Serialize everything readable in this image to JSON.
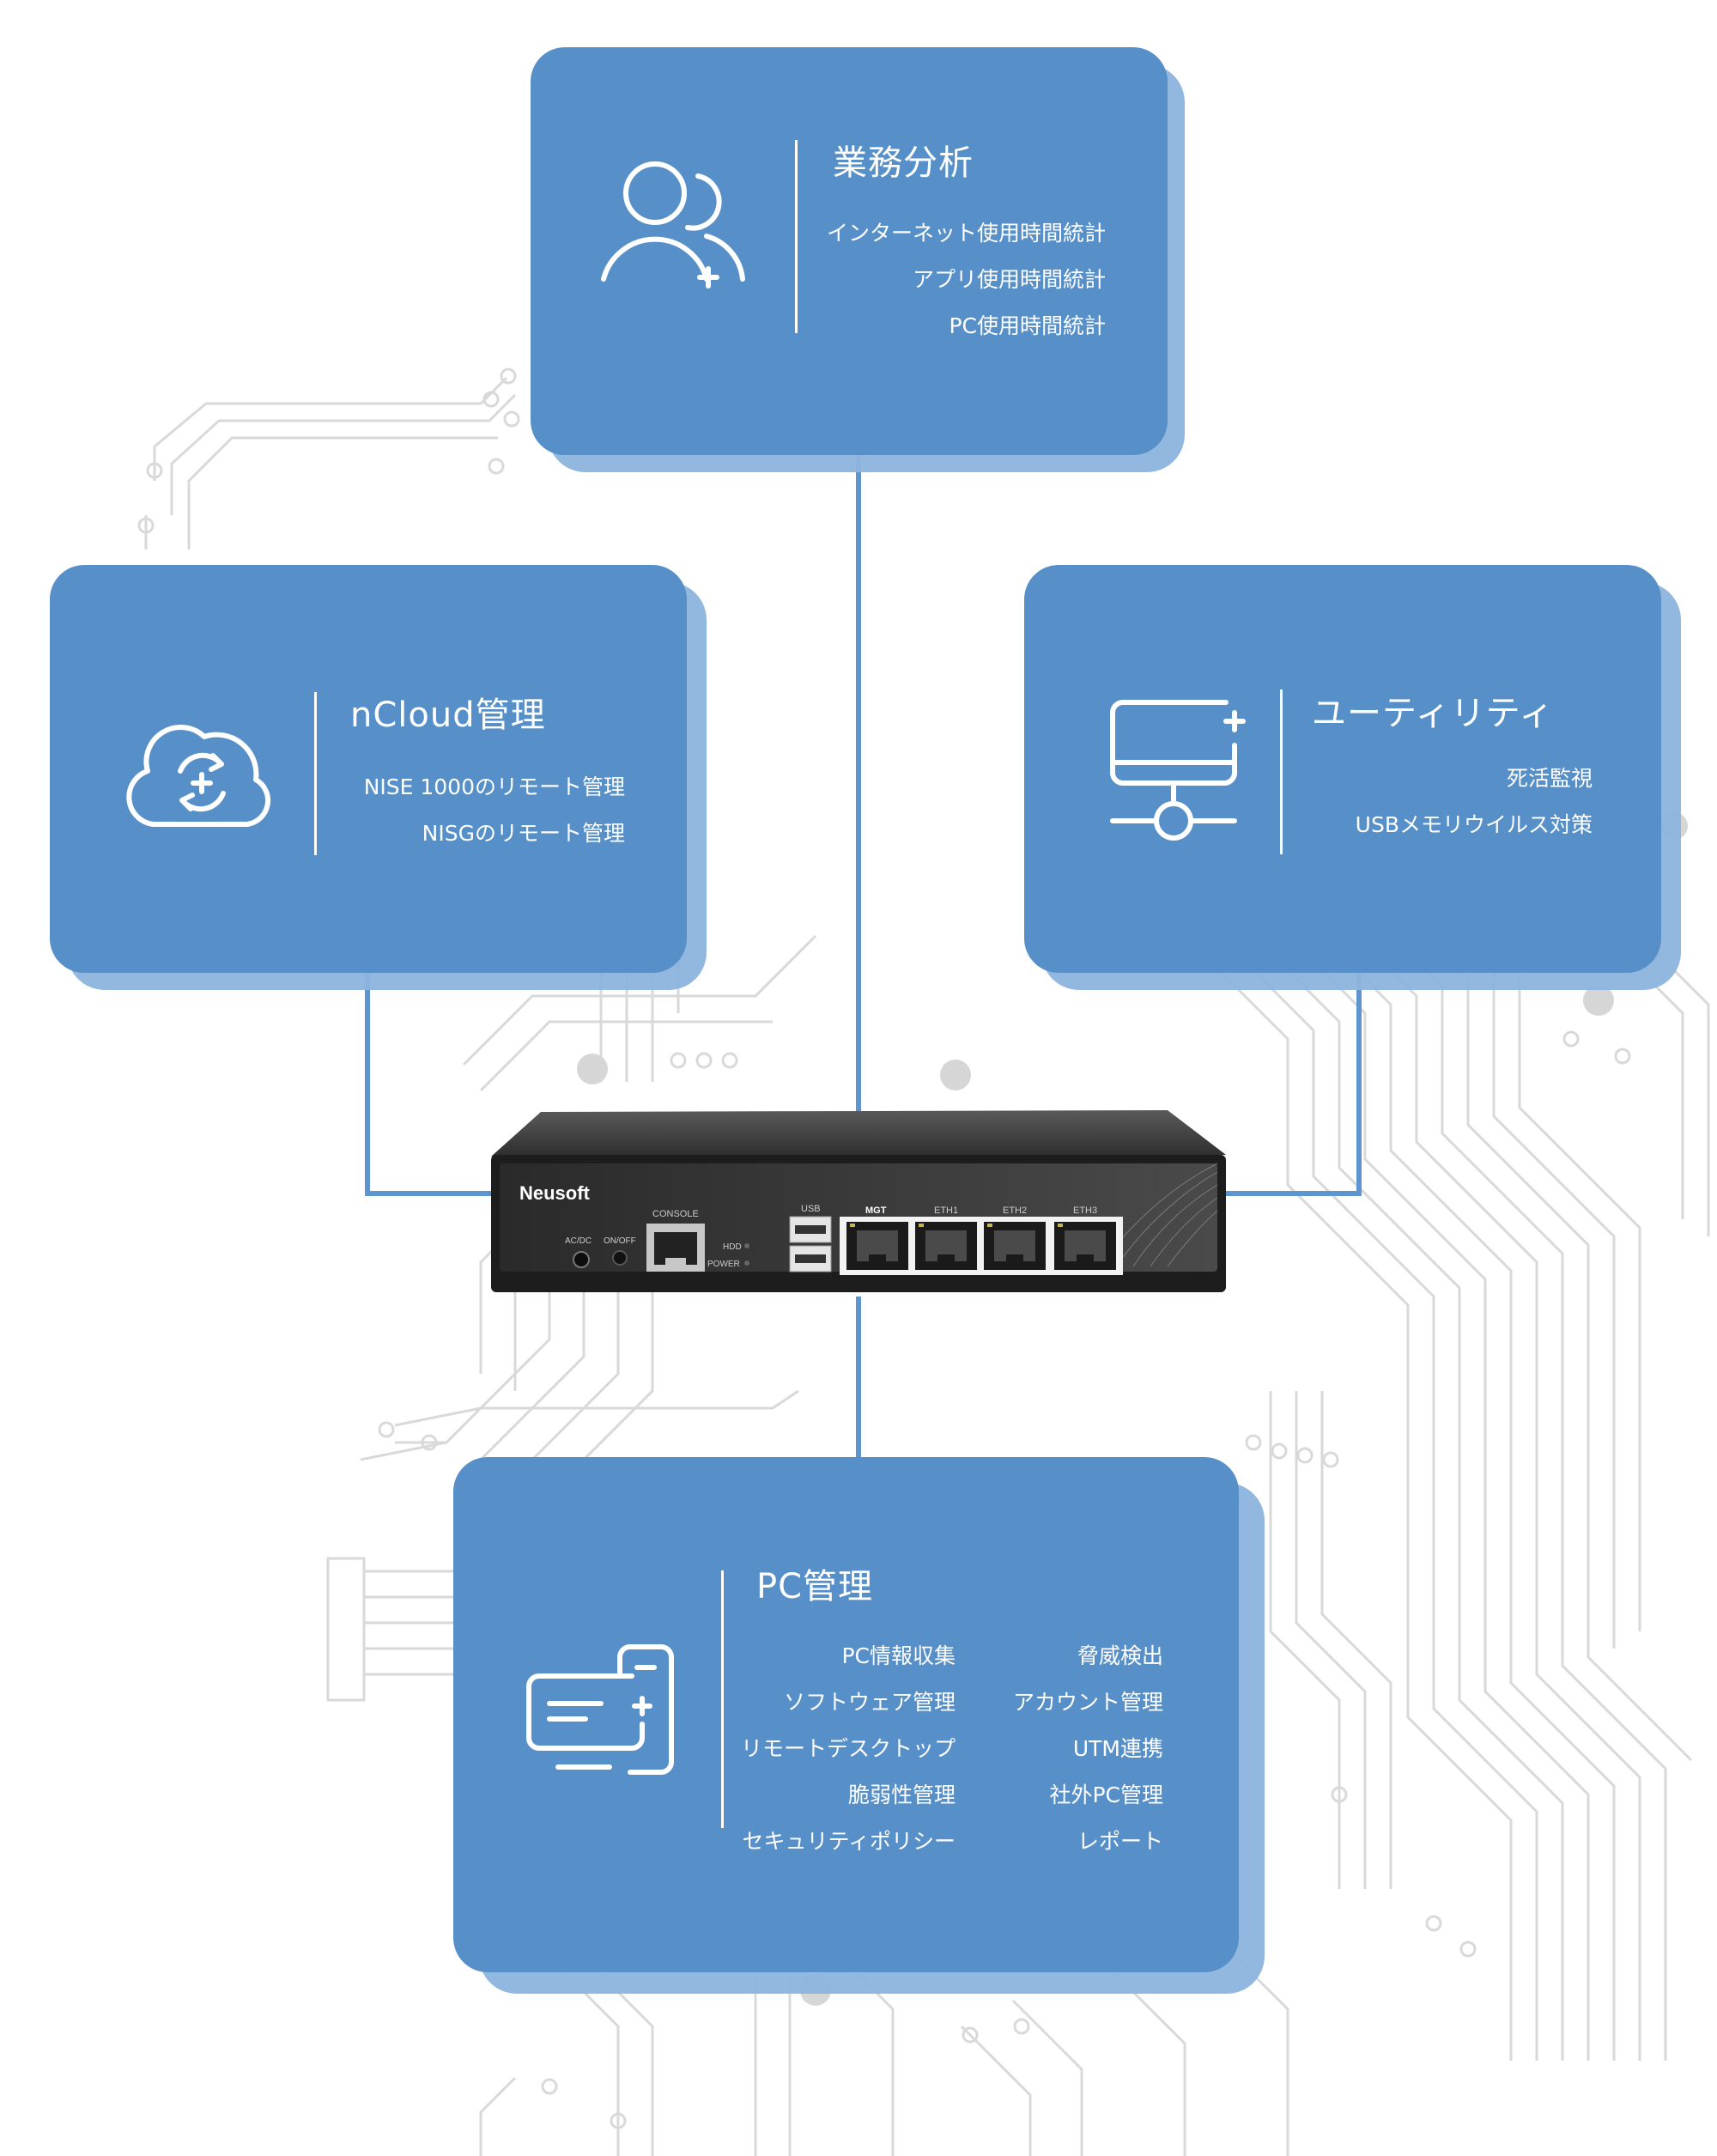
{
  "colors": {
    "card": "#5790c8",
    "card_shadow": "#8db4de",
    "connector": "#5f95cf",
    "circuit": "#d6d6d6",
    "text": "#ffffff"
  },
  "cards": {
    "business": {
      "icon": "users-plus-icon",
      "title": "業務分析",
      "items": [
        "インターネット使用時間統計",
        "アプリ使用時間統計",
        "PC使用時間統計"
      ]
    },
    "ncloud": {
      "icon": "cloud-sync-icon",
      "title": "nCloud管理",
      "items": [
        "NISE 1000のリモート管理",
        "NISGのリモート管理"
      ]
    },
    "utility": {
      "icon": "network-monitor-icon",
      "title": "ユーティリティ",
      "items": [
        "死活監視",
        "USBメモリウイルス対策"
      ]
    },
    "pc": {
      "icon": "devices-icon",
      "title": "PC管理",
      "items_left": [
        "PC情報収集",
        "ソフトウェア管理",
        "リモートデスクトップ",
        "脆弱性管理",
        "セキュリティポリシー"
      ],
      "items_right": [
        "脅威検出",
        "アカウント管理",
        "UTM連携",
        "社外PC管理",
        "レポート"
      ]
    }
  },
  "device": {
    "brand": "Neusoft",
    "labels": {
      "acdc": "AC/DC",
      "onoff": "ON/OFF",
      "console": "CONSOLE",
      "hdd": "HDD",
      "power": "POWER",
      "usb": "USB",
      "ports": [
        "MGT",
        "ETH1",
        "ETH2",
        "ETH3"
      ]
    }
  }
}
